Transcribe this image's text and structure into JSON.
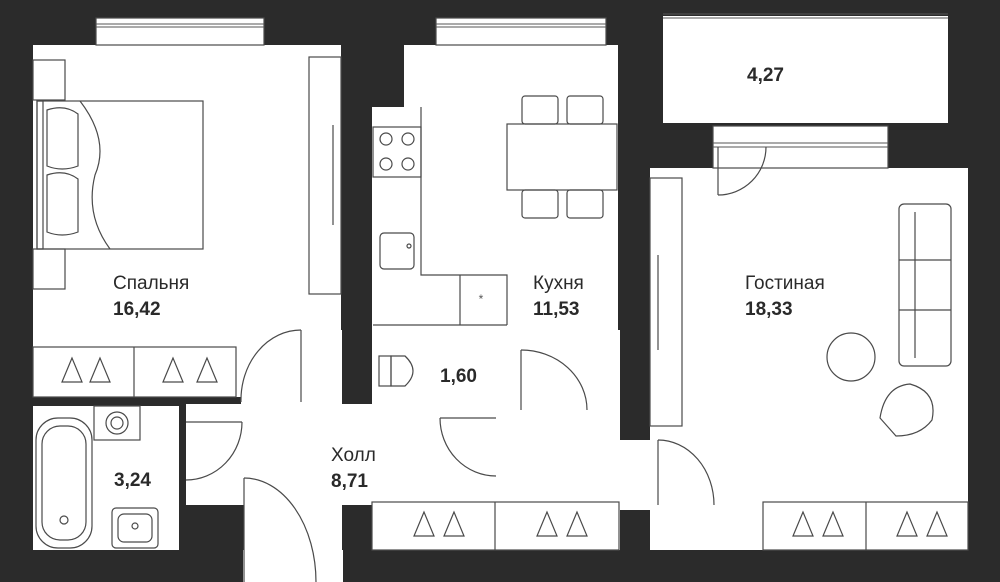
{
  "rooms": {
    "bedroom": {
      "name": "Спальня",
      "area": "16,42"
    },
    "kitchen": {
      "name": "Кухня",
      "area": "11,53"
    },
    "living": {
      "name": "Гостиная",
      "area": "18,33"
    },
    "hall": {
      "name": "Холл",
      "area": "8,71"
    },
    "balcony": {
      "name": "",
      "area": "4,27"
    },
    "wc": {
      "name": "",
      "area": "1,60"
    },
    "bathroom": {
      "name": "",
      "area": "3,24"
    }
  },
  "colors": {
    "wall": "#2b2b2b",
    "floor": "#ffffff",
    "line": "#4a4a4a",
    "text": "#2a2a2a"
  },
  "furniture_icons": [
    "double-bed-icon",
    "wardrobe-icon",
    "stove-icon",
    "sink-icon",
    "dining-table-icon",
    "chair-icon",
    "toilet-icon",
    "bathtub-icon",
    "washing-machine-icon",
    "sofa-icon",
    "round-table-icon",
    "armchair-icon",
    "hanger-icon",
    "door-swing-icon",
    "window-icon"
  ]
}
